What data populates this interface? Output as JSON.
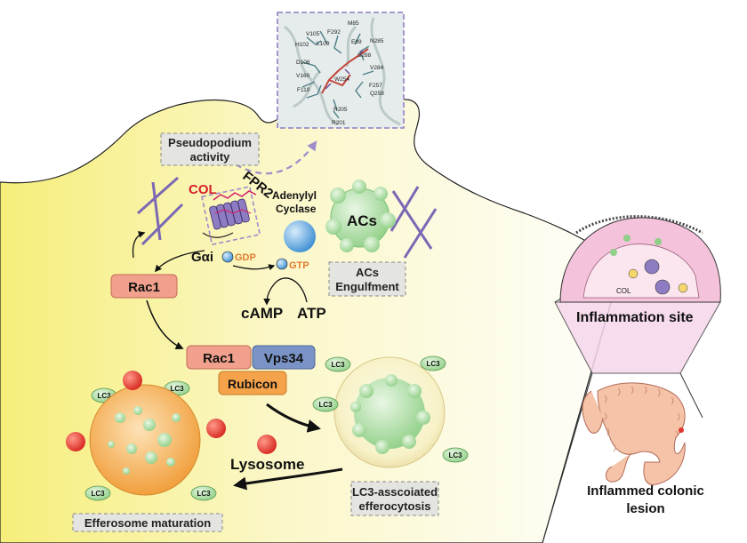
{
  "labels": {
    "pseudopodium_line1": "Pseudopodium",
    "pseudopodium_line2": "activity",
    "fpr2": "FPR2",
    "col": "COL",
    "adenylyl_line1": "Adenylyl",
    "adenylyl_line2": "Cyclase",
    "acs": "ACs",
    "acs_engulf_line1": "ACs",
    "acs_engulf_line2": "Engulfment",
    "galpha_i": "Gαi",
    "gdp": "GDP",
    "gtp": "GTP",
    "camp": "cAMP",
    "atp": "ATP",
    "rac1": "Rac1",
    "rac1_complex": "Rac1",
    "vps34": "Vps34",
    "rubicon": "Rubicon",
    "lysosome": "Lysosome",
    "lc3": "LC3",
    "lc3_assoc_line1": "LC3-asscoiated",
    "lc3_assoc_line2": "efferocytosis",
    "efferosome": "Efferosome maturation",
    "inflammation_site": "Inflammation site",
    "colon_line1": "Inflammed colonic",
    "colon_line2": "lesion",
    "inset_col": "COL"
  },
  "residues": [
    "M85",
    "V105",
    "F292",
    "H102",
    "L109",
    "E89",
    "N285",
    "D106",
    "S288",
    "V284",
    "V160",
    "W254",
    "F257",
    "F110",
    "Q258",
    "R205",
    "R201"
  ],
  "colors": {
    "cell_fill_left": "#f7f07e",
    "cell_fill_right": "#fdfdf3",
    "rac1": "#f0a08c",
    "vps34": "#7a93c6",
    "rubicon": "#f5a34a",
    "gdp": "#e07a2e",
    "gtp": "#e07a2e",
    "col": "#d51f2a",
    "lysosome": "#e0352e",
    "lc3": "#8fd18a",
    "efferosome": "#f29f3c",
    "dashed_arrow": "#9d8cc8"
  }
}
